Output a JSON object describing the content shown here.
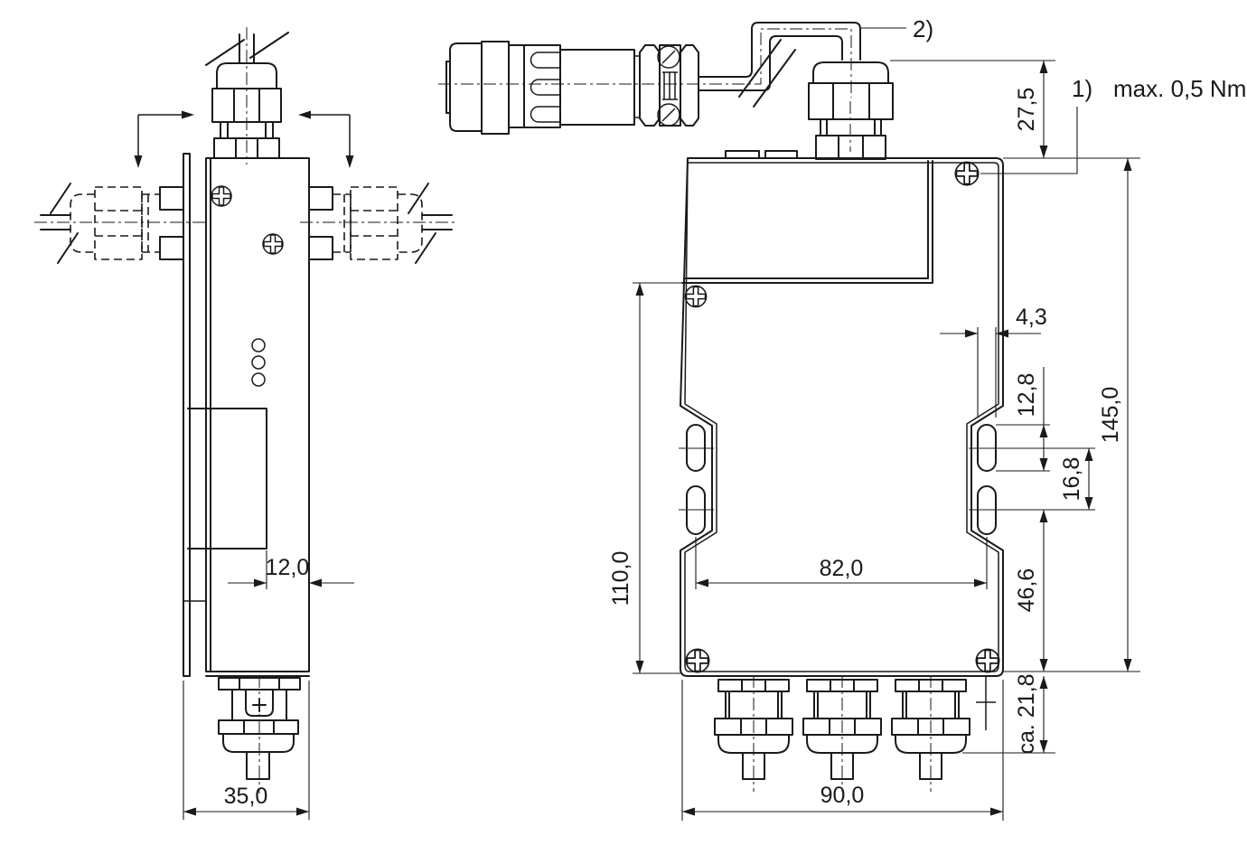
{
  "drawing": {
    "type": "technical-dimension-drawing",
    "subject": "electronics housing with cable glands and circular connector, two orthographic views",
    "style": {
      "line_color": "#1a1a1a",
      "background": "#ffffff"
    }
  },
  "dimensions": {
    "gland_height_top": "27,5",
    "slot_width": "4,3",
    "slot_length": "12,8",
    "slot_center_spacing": "16,8",
    "total_height": "145,0",
    "body_height": "110,0",
    "mount_slot_spacing": "82,0",
    "slot_to_bottom": "46,6",
    "gland_protrusion_bottom": "ca. 21,8",
    "total_width": "90,0",
    "cover_depth": "12,0",
    "side_depth": "35,0"
  },
  "annotations": {
    "note1_ref": "1)",
    "note1_text": "max. 0,5 Nm",
    "note2_ref": "2)"
  }
}
